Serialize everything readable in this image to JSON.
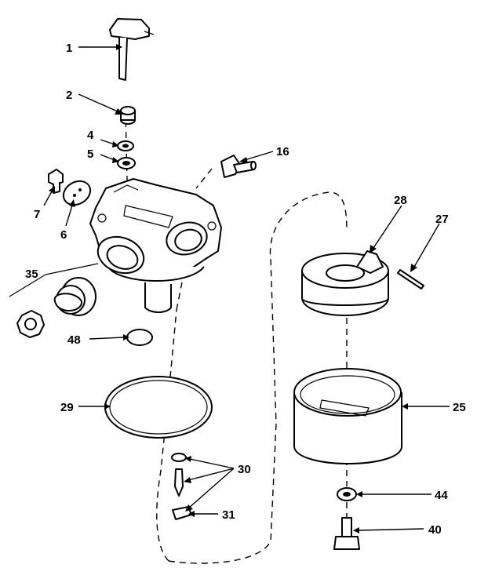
{
  "callouts": [
    {
      "id": "1"
    },
    {
      "id": "2"
    },
    {
      "id": "4"
    },
    {
      "id": "5"
    },
    {
      "id": "6"
    },
    {
      "id": "7"
    },
    {
      "id": "16"
    },
    {
      "id": "25"
    },
    {
      "id": "27"
    },
    {
      "id": "28"
    },
    {
      "id": "29"
    },
    {
      "id": "30"
    },
    {
      "id": "31"
    },
    {
      "id": "35"
    },
    {
      "id": "40"
    },
    {
      "id": "44"
    },
    {
      "id": "48"
    }
  ]
}
